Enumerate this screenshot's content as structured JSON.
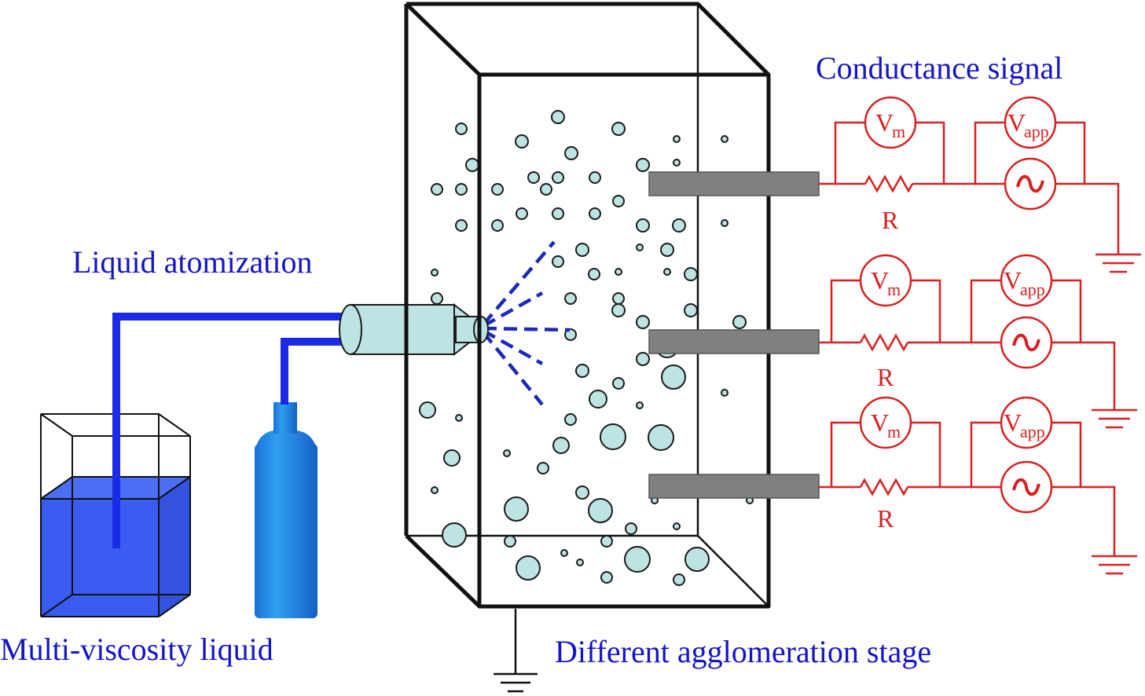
{
  "labels": {
    "conductance_signal": "Conductance signal",
    "liquid_atomization": "Liquid atomization",
    "multi_viscosity_liquid": "Multi-viscosity liquid",
    "agglomeration_stage": "Different agglomeration stage"
  },
  "circuits": [
    {
      "voltmeter_main": "V",
      "voltmeter_main_sub": "m",
      "voltmeter_app": "V",
      "voltmeter_app_sub": "app",
      "resistor": "R"
    },
    {
      "voltmeter_main": "V",
      "voltmeter_main_sub": "m",
      "voltmeter_app": "V",
      "voltmeter_app_sub": "app",
      "resistor": "R"
    },
    {
      "voltmeter_main": "V",
      "voltmeter_main_sub": "m",
      "voltmeter_app": "V",
      "voltmeter_app_sub": "app",
      "resistor": "R"
    }
  ],
  "colors": {
    "label_blue": "#1414c8",
    "circuit_red": "#d82020",
    "liquid_blue": "#3a5cf0",
    "droplet_fill": "#bde3e3",
    "electrode_gray": "#808080"
  },
  "icons": {
    "source_sign": "tilde",
    "ground": "ground-symbol"
  }
}
